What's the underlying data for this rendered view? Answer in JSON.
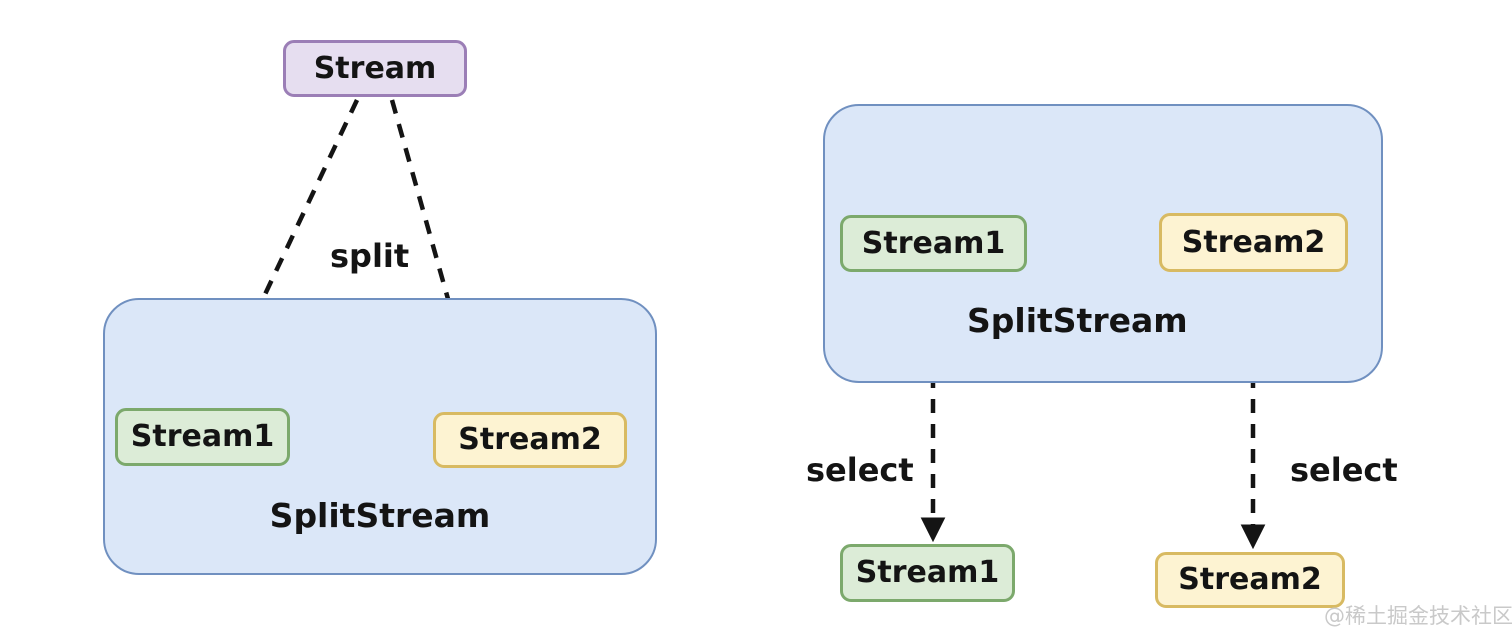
{
  "left": {
    "source_label": "Stream",
    "edge_label": "split",
    "container_label": "SplitStream",
    "output1_label": "Stream1",
    "output2_label": "Stream2"
  },
  "right": {
    "container_label": "SplitStream",
    "top1_label": "Stream1",
    "top2_label": "Stream2",
    "select1_label": "select",
    "select2_label": "select",
    "bottom1_label": "Stream1",
    "bottom2_label": "Stream2"
  },
  "watermark": "@稀土掘金技术社区",
  "colors": {
    "purple_fill": "#e6def0",
    "purple_border": "#9b7eb6",
    "blue_fill": "#dbe7f8",
    "blue_border": "#7090c0",
    "green_fill": "#dcecd7",
    "green_border": "#7ca96c",
    "yellow_fill": "#fdf3d2",
    "yellow_border": "#d8ba62",
    "ink": "#141414",
    "watermark": "#c9c9c9"
  }
}
